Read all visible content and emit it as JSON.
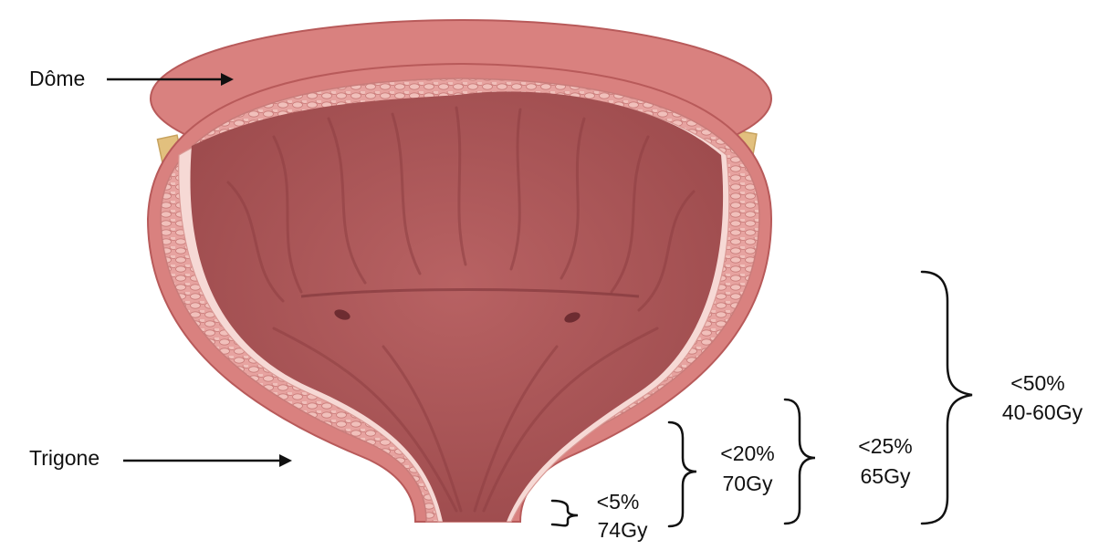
{
  "labels": {
    "dome": "Dôme",
    "trigone": "Trigone"
  },
  "dose_constraints": [
    {
      "volume": "<5%",
      "dose": "74Gy"
    },
    {
      "volume": "<20%",
      "dose": "70Gy"
    },
    {
      "volume": "<25%",
      "dose": "65Gy"
    },
    {
      "volume": "<50%",
      "dose": "40-60Gy"
    }
  ],
  "colors": {
    "outer_wall": "#d9817f",
    "wall_edge": "#b85a5a",
    "muscle_layer": "#e7a3a0",
    "lining_stripe": "#f6d9d5",
    "lumen": "#b0595a",
    "lumen_dark": "#8e3f42",
    "ligament": "#e2c07e",
    "text": "#111111"
  }
}
